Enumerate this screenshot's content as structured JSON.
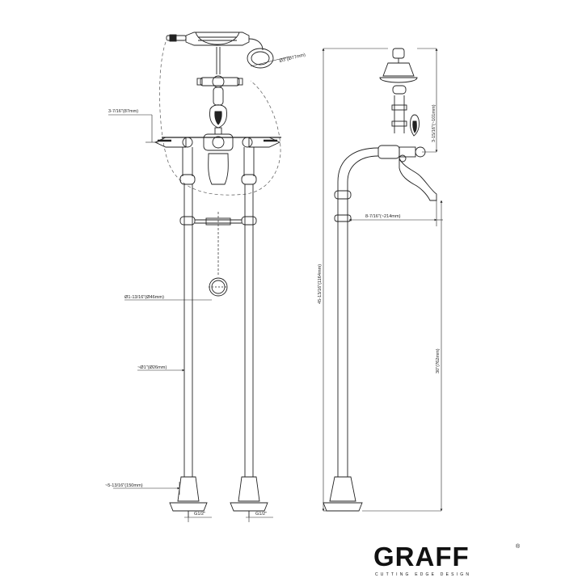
{
  "dimensions": {
    "handshower_diameter": "Ø3\"(Ø77mm)",
    "handle_height_front": "3-7/16\"(87mm)",
    "hanger_ring_diameter": "Ø1-13/16\"(Ø46mm)",
    "riser_diameter": "~Ø1\"(Ø26mm)",
    "base_spacing": "~5-13/16\"(150mm)",
    "inlet_left": "G1/2\"",
    "inlet_right": "G1/2\"",
    "handle_height_side": "3-15/16\"(~101mm)",
    "spout_reach": "8-7/16\"(~214mm)",
    "overall_height": "45-13/16\"(1164mm)",
    "spout_height": "30\"(762mm)"
  },
  "brand": {
    "name": "GRAFF",
    "registered": "®",
    "tagline": "CUTTING EDGE DESIGN"
  },
  "colors": {
    "line": "#222222",
    "dash": "#555555",
    "brand": "#111111"
  }
}
